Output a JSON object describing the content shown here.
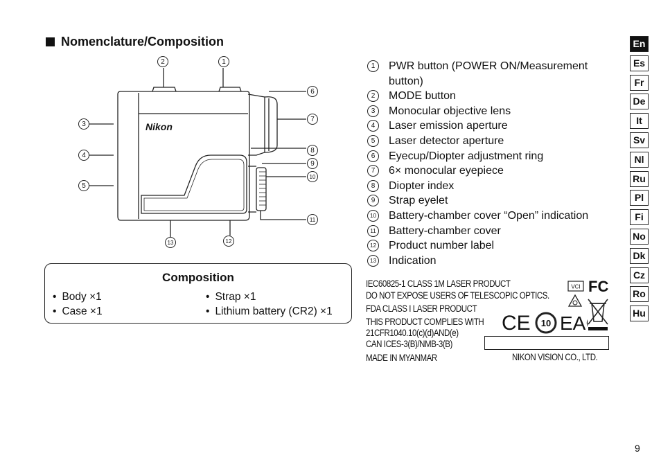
{
  "section": {
    "title": "Nomenclature/Composition"
  },
  "diagram": {
    "brand": "Nikon",
    "callouts": [
      "1",
      "2",
      "3",
      "4",
      "5",
      "6",
      "7",
      "8",
      "9",
      "10",
      "11",
      "12",
      "13"
    ]
  },
  "composition": {
    "title": "Composition",
    "items": [
      "Body ×1",
      "Strap ×1",
      "Case ×1",
      "Lithium battery (CR2) ×1"
    ]
  },
  "parts": [
    {
      "num": "1",
      "label": "PWR button (POWER ON/Measurement button)"
    },
    {
      "num": "2",
      "label": "MODE button"
    },
    {
      "num": "3",
      "label": "Monocular objective lens"
    },
    {
      "num": "4",
      "label": "Laser emission aperture"
    },
    {
      "num": "5",
      "label": "Laser detector aperture"
    },
    {
      "num": "6",
      "label": "Eyecup/Diopter adjustment ring"
    },
    {
      "num": "7",
      "label": "6× monocular eyepiece"
    },
    {
      "num": "8",
      "label": "Diopter index"
    },
    {
      "num": "9",
      "label": "Strap eyelet"
    },
    {
      "num": "10",
      "label": "Battery-chamber cover “Open” indication"
    },
    {
      "num": "11",
      "label": "Battery-chamber cover"
    },
    {
      "num": "12",
      "label": "Product number label"
    },
    {
      "num": "13",
      "label": "Indication"
    }
  ],
  "product_label": {
    "lines": [
      "IEC60825-1 CLASS 1M LASER PRODUCT",
      "DO NOT EXPOSE USERS OF TELESCOPIC OPTICS.",
      "FDA CLASS I LASER PRODUCT",
      "THIS PRODUCT COMPLIES WITH",
      "21CFR1040.10(c)(d)AND(e)",
      "CAN ICES-3(B)/NMB-3(B)",
      "MADE IN MYANMAR"
    ],
    "manufacturer": "NIKON VISION CO., LTD.",
    "marks": {
      "vcci": "VCI",
      "fc": "FC",
      "ce": "CE",
      "eac": "EAC",
      "rohs": "10"
    }
  },
  "languages": [
    {
      "code": "En",
      "active": true
    },
    {
      "code": "Es"
    },
    {
      "code": "Fr"
    },
    {
      "code": "De"
    },
    {
      "code": "It"
    },
    {
      "code": "Sv"
    },
    {
      "code": "Nl"
    },
    {
      "code": "Ru"
    },
    {
      "code": "Pl"
    },
    {
      "code": "Fi"
    },
    {
      "code": "No"
    },
    {
      "code": "Dk"
    },
    {
      "code": "Cz"
    },
    {
      "code": "Ro"
    },
    {
      "code": "Hu"
    }
  ],
  "page": {
    "number": "9"
  }
}
